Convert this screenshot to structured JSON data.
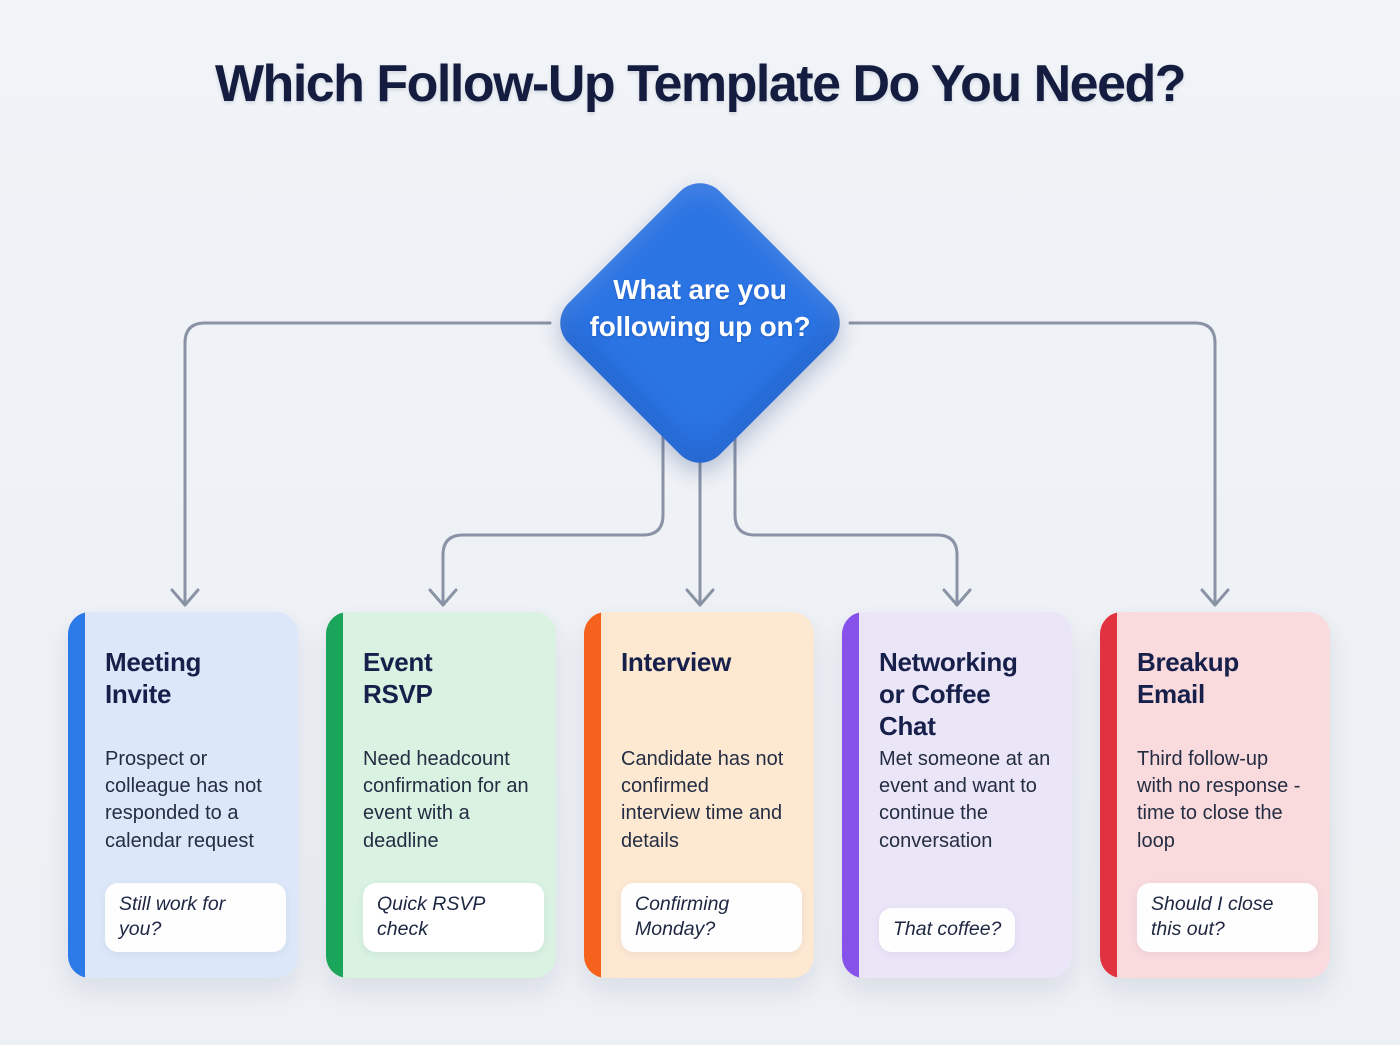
{
  "title": "Which Follow-Up Template Do You Need?",
  "decision": {
    "question": "What are you following up on?",
    "color": "#2b74e4"
  },
  "connector_color": "#8a93a6",
  "background_color": "#eef1f5",
  "cards": [
    {
      "title": "Meeting Invite",
      "description": "Prospect or colleague has not responded to a calendar request",
      "pill": "Still work for you?",
      "stripe_color": "#2b7ae8",
      "bg_color": "#dce8f9"
    },
    {
      "title": "Event RSVP",
      "description": "Need headcount confirmation for an event with a deadline",
      "pill": "Quick RSVP check",
      "stripe_color": "#1ba55a",
      "bg_color": "#d9f2e2"
    },
    {
      "title": "Interview",
      "description": "Candidate has not confirmed interview time and details",
      "pill": "Confirming Monday?",
      "stripe_color": "#f4621d",
      "bg_color": "#fde8d2"
    },
    {
      "title": "Networking or Coffee Chat",
      "description": "Met someone at an event and want to continue the conversation",
      "pill": "That coffee?",
      "stripe_color": "#8652e9",
      "bg_color": "#ebe5f8"
    },
    {
      "title": "Breakup Email",
      "description": "Third follow-up with no response - time to close the loop",
      "pill": "Should I close this out?",
      "stripe_color": "#e0333f",
      "bg_color": "#f9dbde"
    }
  ]
}
